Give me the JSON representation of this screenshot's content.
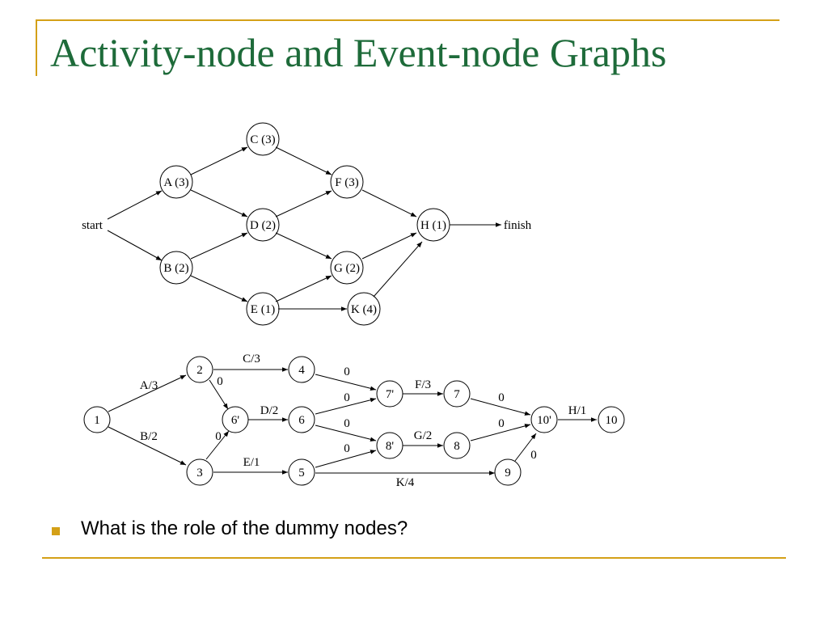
{
  "slide": {
    "title": "Activity-node and Event-node Graphs",
    "bullet": "What is the role of the dummy nodes?",
    "accent_color": "#d4a017",
    "title_color": "#1e6b3a"
  },
  "activity_graph": {
    "terminals": {
      "start": "start",
      "finish": "finish"
    },
    "nodes": {
      "A": "A (3)",
      "B": "B (2)",
      "C": "C (3)",
      "D": "D (2)",
      "E": "E (1)",
      "F": "F (3)",
      "G": "G (2)",
      "H": "H (1)",
      "K": "K (4)"
    },
    "edges": [
      [
        "start",
        "A"
      ],
      [
        "start",
        "B"
      ],
      [
        "A",
        "C"
      ],
      [
        "A",
        "D"
      ],
      [
        "B",
        "D"
      ],
      [
        "B",
        "E"
      ],
      [
        "C",
        "F"
      ],
      [
        "D",
        "F"
      ],
      [
        "D",
        "G"
      ],
      [
        "E",
        "G"
      ],
      [
        "E",
        "K"
      ],
      [
        "F",
        "H"
      ],
      [
        "G",
        "H"
      ],
      [
        "K",
        "H"
      ],
      [
        "H",
        "finish"
      ]
    ]
  },
  "event_graph": {
    "nodes": {
      "n1": "1",
      "n2": "2",
      "n3": "3",
      "n4": "4",
      "n5": "5",
      "n6": "6",
      "n6p": "6'",
      "n7": "7",
      "n7p": "7'",
      "n8": "8",
      "n8p": "8'",
      "n9": "9",
      "n10": "10",
      "n10p": "10'"
    },
    "edge_labels": {
      "A": "A/3",
      "B": "B/2",
      "C": "C/3",
      "D": "D/2",
      "E": "E/1",
      "F": "F/3",
      "G": "G/2",
      "H": "H/1",
      "K": "K/4",
      "d_2_6p": "0",
      "d_3_6p": "0",
      "d_4_7p": "0",
      "d_6_7p": "0",
      "d_6_8p": "0",
      "d_5_8p": "0",
      "d_7_10p": "0",
      "d_8_10p": "0",
      "d_9_10p": "0"
    }
  }
}
